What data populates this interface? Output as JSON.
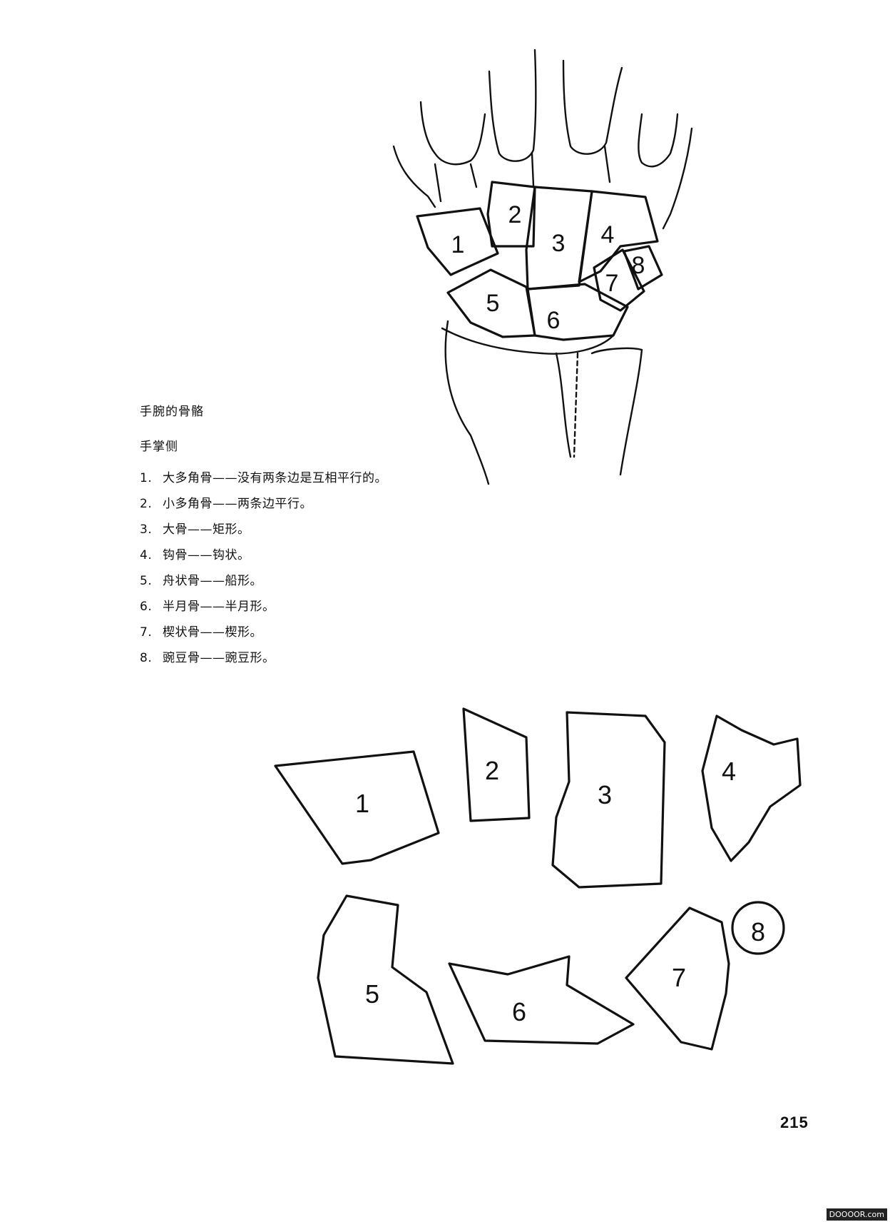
{
  "caption": {
    "title": "手腕的骨骼",
    "subtitle": "手掌侧"
  },
  "bones": [
    {
      "number": "1.",
      "text": "大多角骨——没有两条边是互相平行的。"
    },
    {
      "number": "2.",
      "text": "小多角骨——两条边平行。"
    },
    {
      "number": "3.",
      "text": "大骨——矩形。"
    },
    {
      "number": "4.",
      "text": "钩骨——钩状。"
    },
    {
      "number": "5.",
      "text": "舟状骨——船形。"
    },
    {
      "number": "6.",
      "text": "半月骨——半月形。"
    },
    {
      "number": "7.",
      "text": "楔状骨——楔形。"
    },
    {
      "number": "8.",
      "text": "豌豆骨——豌豆形。"
    }
  ],
  "figure_labels": {
    "wrist": [
      "1",
      "2",
      "3",
      "4",
      "5",
      "6",
      "7",
      "8"
    ],
    "separated": [
      "1",
      "2",
      "3",
      "4",
      "5",
      "6",
      "7",
      "8"
    ]
  },
  "page_number": "215",
  "watermark": "DOOOOR.com"
}
